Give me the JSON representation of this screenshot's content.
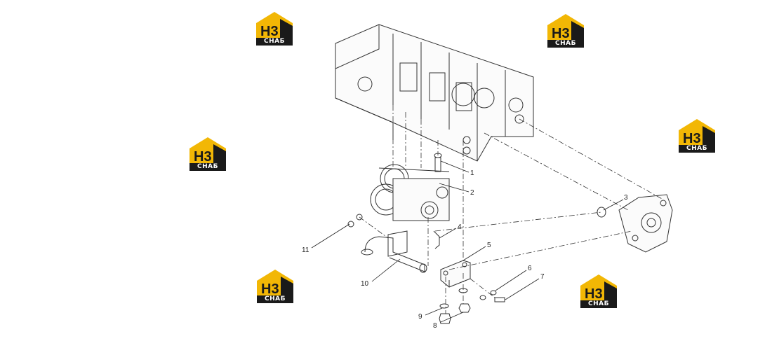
{
  "diagram": {
    "callouts": [
      "1",
      "2",
      "3",
      "4",
      "5",
      "6",
      "7",
      "8",
      "9",
      "10",
      "11"
    ]
  },
  "watermark": {
    "brand_mark": "Н3",
    "brand_word": "СНАБ"
  },
  "colors": {
    "logo_yellow": "#f2b705",
    "logo_dark": "#1a1a1a",
    "line": "#333333"
  }
}
